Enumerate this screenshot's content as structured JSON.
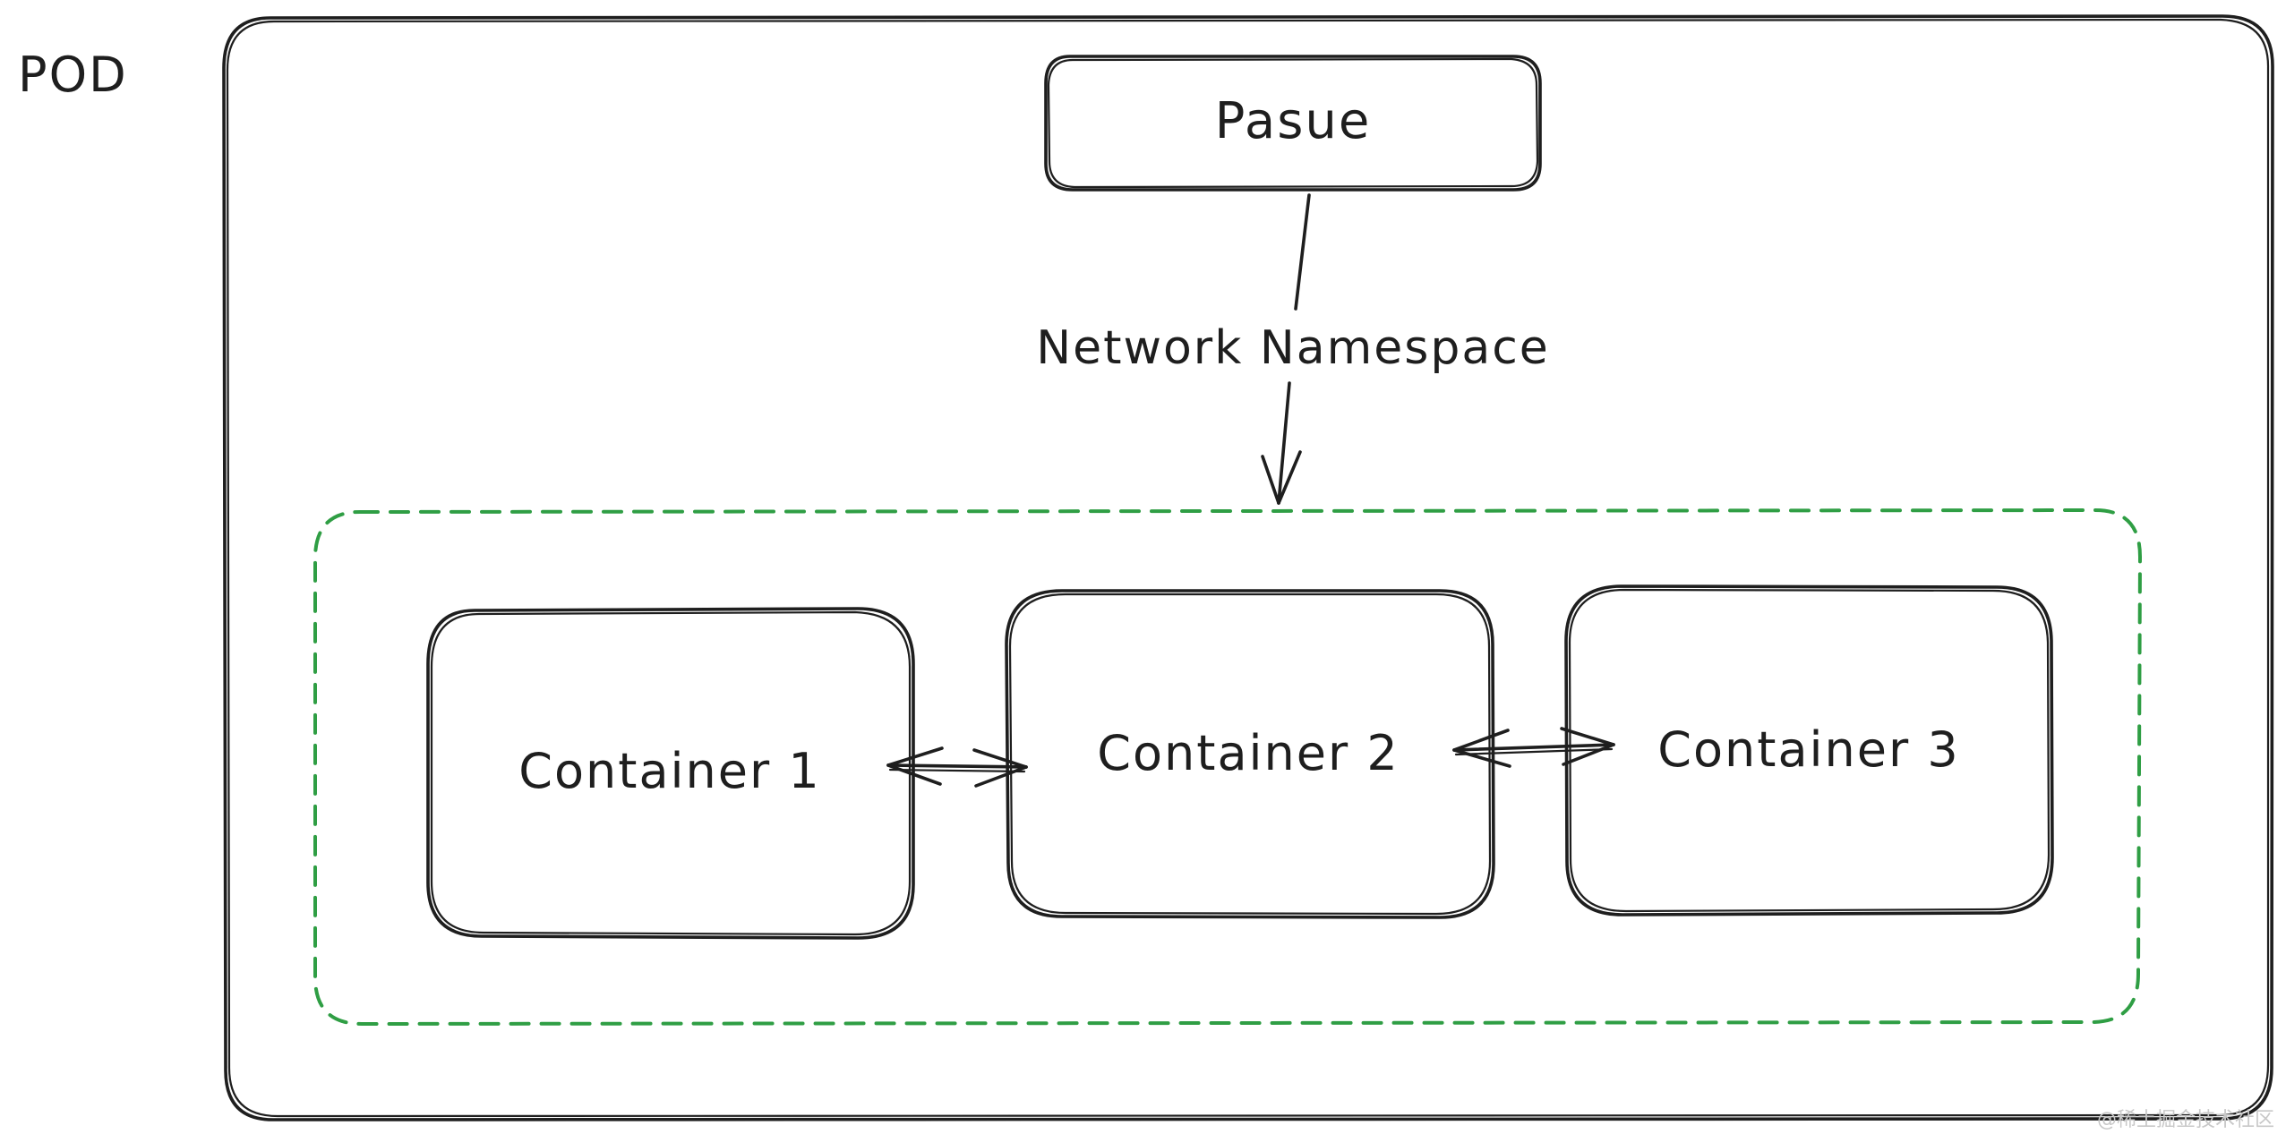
{
  "pod": {
    "label": "POD"
  },
  "pause": {
    "label": "Pasue"
  },
  "edge": {
    "label": "Network Namespace"
  },
  "containers": [
    {
      "label": "Container 1"
    },
    {
      "label": "Container 2"
    },
    {
      "label": "Container 3"
    }
  ],
  "watermark": "@稀土掘金技术社区",
  "colors": {
    "stroke": "#1e1e1e",
    "group_dash": "#2f9e44",
    "background": "#ffffff"
  }
}
